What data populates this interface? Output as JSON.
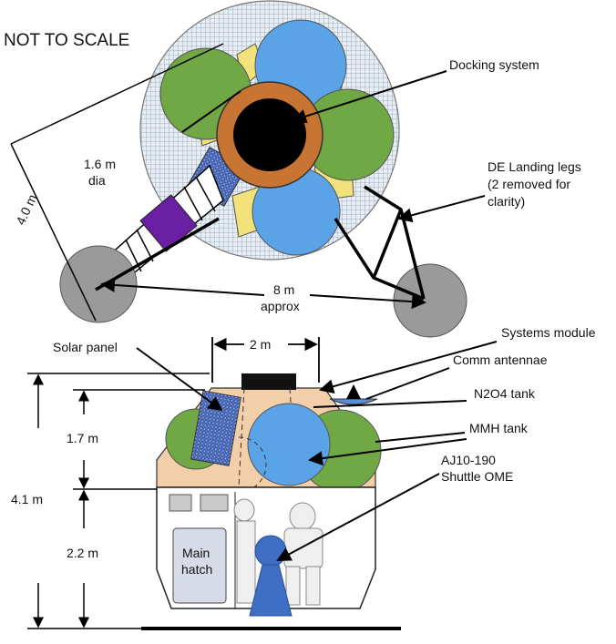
{
  "title": "NOT TO SCALE",
  "top_view": {
    "labels": {
      "docking_system": "Docking system",
      "tank_diameter_1": "1.6 m",
      "tank_diameter_2": "dia",
      "landing_legs_1": "DE Landing legs",
      "landing_legs_2": "(2 removed for",
      "landing_legs_3": "clarity)",
      "diag_dim": "4.0 m",
      "span_dim_1": "8 m",
      "span_dim_2": "approx"
    }
  },
  "side_view": {
    "labels": {
      "width_dim": "2 m",
      "solar_panel": "Solar panel",
      "systems_module": "Systems module",
      "comm_antennae": "Comm antennae",
      "n2o4_tank": "N2O4 tank",
      "mmh_tank": "MMH tank",
      "engine_1": "AJ10-190",
      "engine_2": "Shuttle OME",
      "height_upper": "1.7 m",
      "height_total": "4.1 m",
      "height_lower": "2.2 m",
      "main_hatch_1": "Main",
      "main_hatch_2": "hatch"
    }
  },
  "colors": {
    "mesh": "#c9d6e3",
    "green_tank": "#70a845",
    "blue_tank": "#5aa3e6",
    "docking_ring": "#c87533",
    "yellow_panel": "#f3e27a",
    "purple_panel": "#6a1fa3",
    "tan_body": "#f2cfa8",
    "leg_pad": "#9a9a9a"
  }
}
